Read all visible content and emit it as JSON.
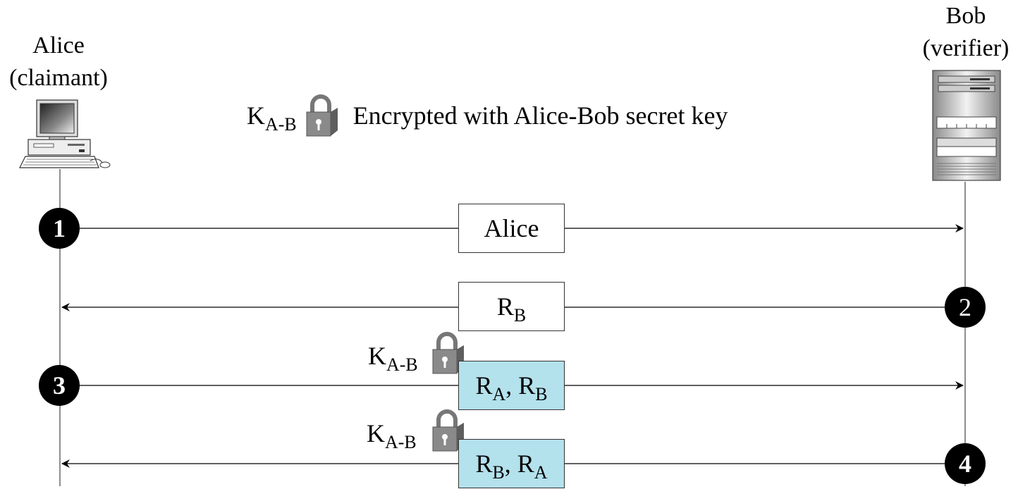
{
  "actors": {
    "alice": {
      "name": "Alice",
      "role": "(claimant)"
    },
    "bob": {
      "name": "Bob",
      "role": "(verifier)"
    }
  },
  "legend": {
    "key": "K",
    "key_sub": "A-B",
    "text": "Encrypted with Alice-Bob secret key"
  },
  "messages": [
    {
      "step": "1",
      "direction": "alice-to-bob",
      "content": "Alice",
      "encrypted": false
    },
    {
      "step": "2",
      "direction": "bob-to-alice",
      "content_main": "R",
      "content_sub": "B",
      "encrypted": false
    },
    {
      "step": "3",
      "direction": "alice-to-bob",
      "part1": "R",
      "part1_sub": "A",
      "sep": ", ",
      "part2": "R",
      "part2_sub": "B",
      "key": "K",
      "key_sub": "A-B",
      "encrypted": true
    },
    {
      "step": "4",
      "direction": "bob-to-alice",
      "part1": "R",
      "part1_sub": "B",
      "sep": ", ",
      "part2": "R",
      "part2_sub": "A",
      "key": "K",
      "key_sub": "A-B",
      "encrypted": true
    }
  ],
  "colors": {
    "encrypted_fill": "#b3e1ec",
    "step_circle": "#000000",
    "lock_body": "#8a8a8a"
  }
}
